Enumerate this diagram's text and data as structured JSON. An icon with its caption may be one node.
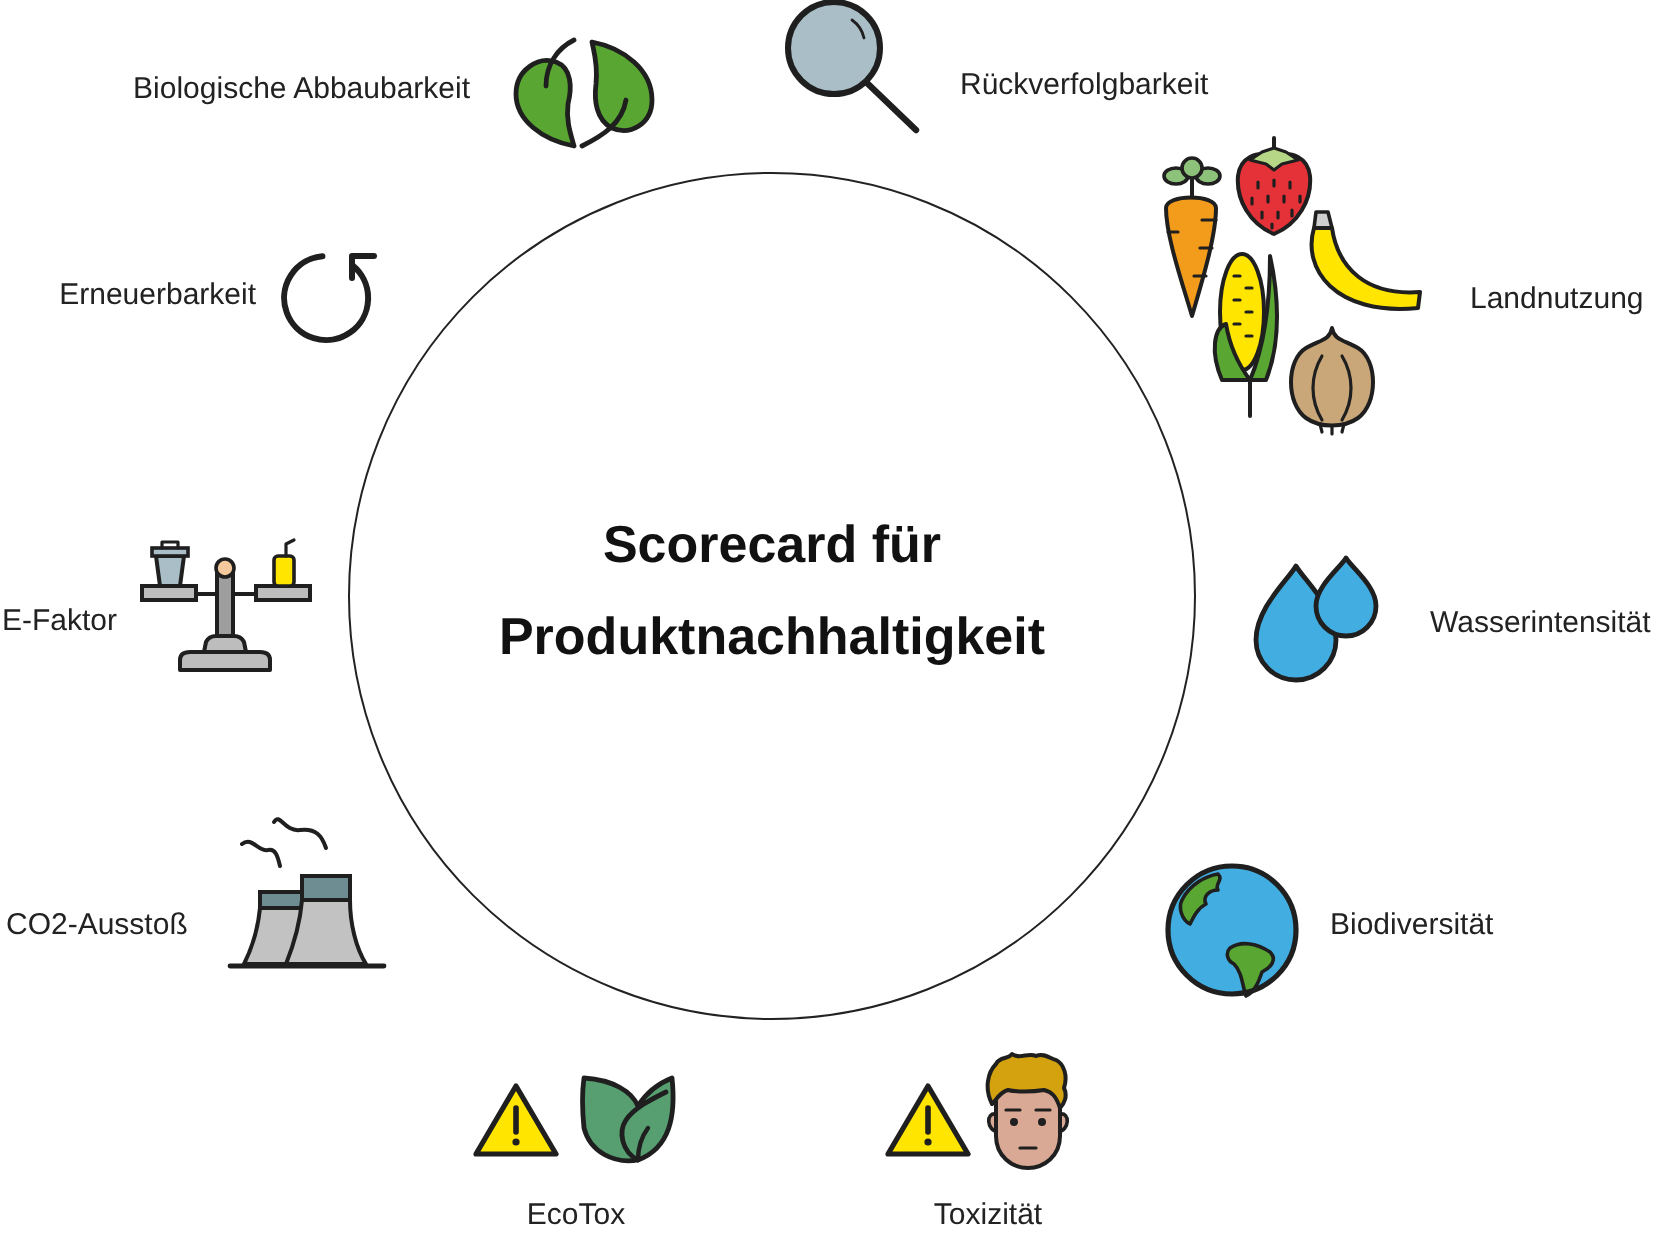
{
  "diagram": {
    "nodes": [
      {
        "text": [
          "Scorecard für Produktnachhaltigkeit"
        ]
      }
    ],
    "labels": [
      "Biologische Abbaubarkeit",
      "Rückverfolgbarkeit",
      "Erneuerbarkeit",
      "Landnutzung",
      "E-Faktor",
      "Wasserintensität",
      "CO2-Ausstoß",
      "Biodiversität",
      "EcoTox",
      "Toxizität"
    ]
  }
}
